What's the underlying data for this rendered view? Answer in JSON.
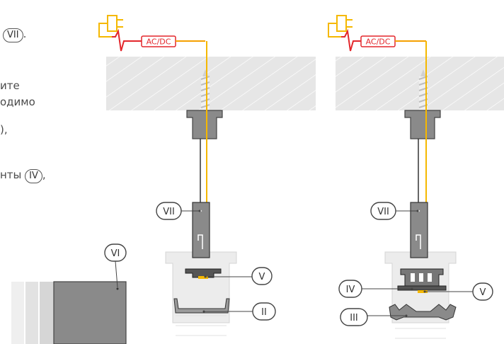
{
  "text_fragments": {
    "line1_suffix": ".",
    "line1_label": "VII",
    "line2": "ите",
    "line3": "одимо",
    "line4": "),",
    "line5_text": "нты",
    "line5_label": "IV",
    "line5_suffix": ","
  },
  "power_label": "AC/DC",
  "labels": {
    "vii": "VII",
    "vi": "VI",
    "v": "V",
    "ii": "II",
    "iv": "IV",
    "iii": "III"
  },
  "colors": {
    "cable_yellow": "#f5b800",
    "cable_red": "#e3262b",
    "ceiling": "#e6e6e6",
    "metal": "#8a8a8a",
    "profile": "#ececec"
  }
}
